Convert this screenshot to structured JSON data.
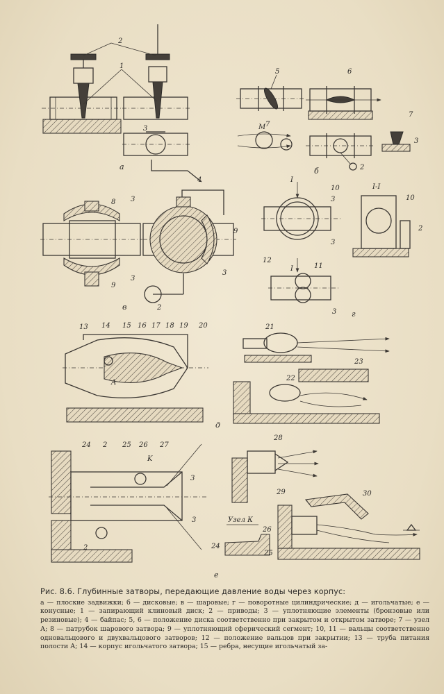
{
  "figure": {
    "labels": {
      "n1": "1",
      "n2": "2",
      "n3": "3",
      "n4": "4",
      "n5": "5",
      "n6": "6",
      "n7": "7",
      "n8": "8",
      "n9": "9",
      "n10": "10",
      "n11": "11",
      "n12": "12",
      "n13": "13",
      "n14": "14",
      "n15": "15",
      "n16": "16",
      "n17": "17",
      "n18": "18",
      "n19": "19",
      "n20": "20",
      "n21": "21",
      "n22": "22",
      "n23": "23",
      "n24": "24",
      "n25": "25",
      "n26": "26",
      "n27": "27",
      "n28": "28",
      "n29": "29",
      "n30": "30",
      "M": "M",
      "A": "A",
      "K": "K",
      "sec_I": "I",
      "sec_II": "I-I",
      "uzel_k": "Узел К"
    },
    "panels": {
      "a": "а",
      "b": "б",
      "v": "в",
      "g": "г",
      "d": "д",
      "e": "е"
    }
  },
  "caption": {
    "title": "Рис. 8.6. Глубинные затворы, передающие давление воды через корпус:",
    "body": "а — плоские задвижки; б — дисковые; в — шаровые; г — поворотные цилиндрические; д — игольчатые; е — конусные; 1 — запирающий клиновый диск; 2 — приводы; 3 — уплотняющие элементы (бронзовые или резиновые); 4 — байпас; 5, 6 — положение диска соответственно при закрытом и открытом затворе; 7 — узел А; 8 — патрубок шарового затвора; 9 — уплотняющий сферический сегмент; 10, 11 — вальцы соответственно одновальцового и двухвальцового затворов; 12 — положение вальцов при закрытии; 13 — труба питания полости А; 14 — корпус игольчатого затвора; 15 — ребра, несущие игольчатый за-"
  }
}
